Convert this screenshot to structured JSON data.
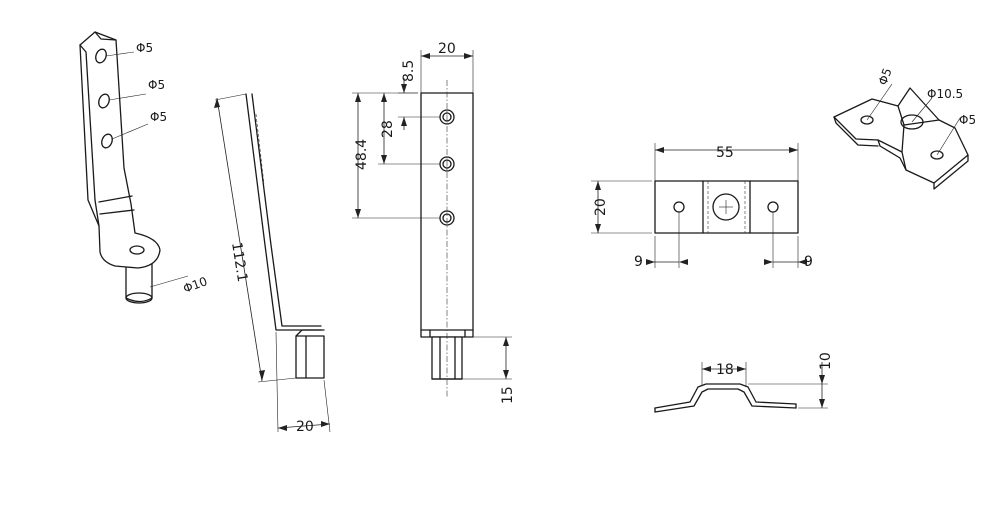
{
  "dimensions": {
    "v1_hole_top": "Φ5",
    "v1_hole_mid": "Φ5",
    "v1_hole_low": "Φ5",
    "v1_pin": "Φ10",
    "v2_length": "112.1",
    "v2_width": "20",
    "v3_width": "20",
    "v3_top_offset": "8.5",
    "v3_hole_spacing": "28",
    "v3_hole_span": "48.4",
    "v3_pin_length": "15",
    "v4_length": "55",
    "v4_height": "20",
    "v4_left_hole": "9",
    "v4_right_hole": "9",
    "v5_hole_left": "Φ5",
    "v5_hole_center": "Φ10.5",
    "v5_hole_right": "Φ5",
    "v6_width": "18",
    "v6_height": "10"
  }
}
